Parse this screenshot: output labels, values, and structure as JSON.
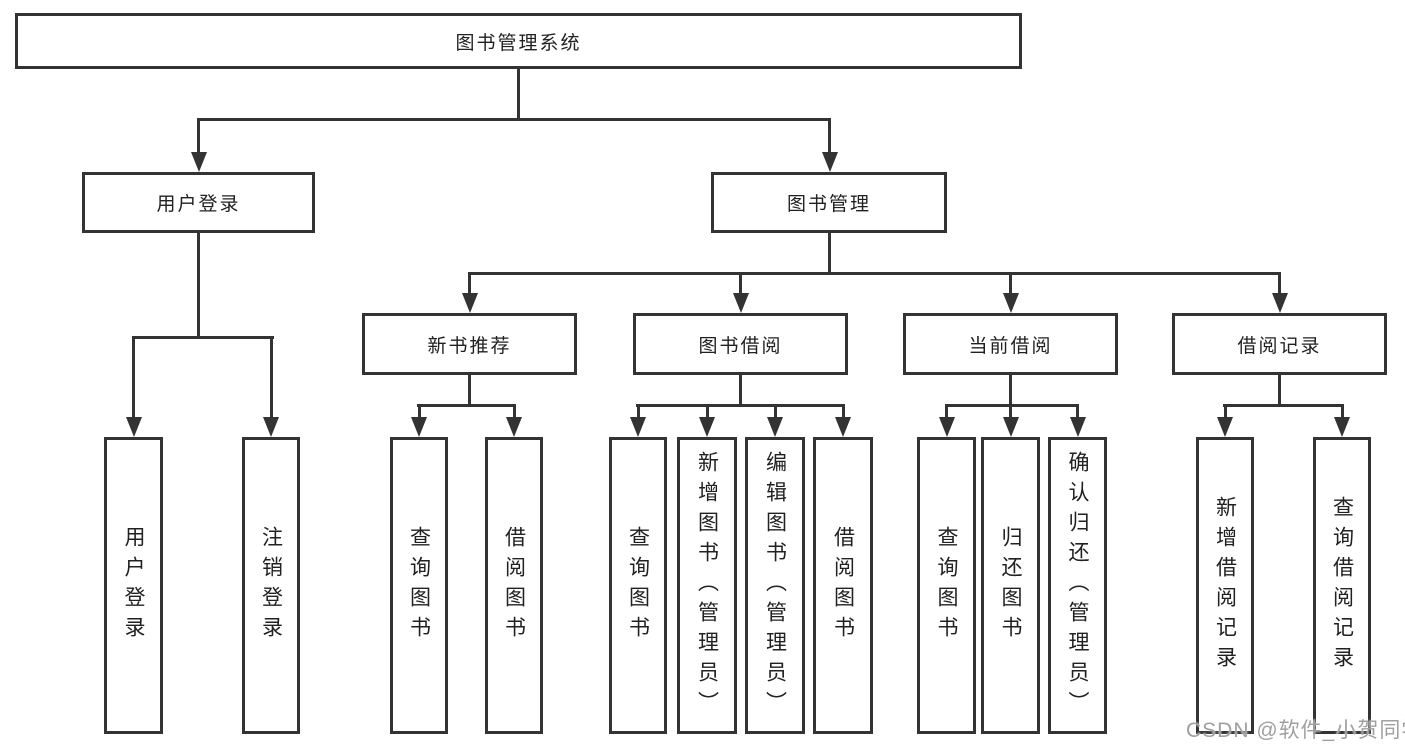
{
  "diagram": {
    "root": {
      "label": "图书管理系统"
    },
    "level2": {
      "user_login": {
        "label": "用户登录"
      },
      "book_management": {
        "label": "图书管理"
      }
    },
    "level3": {
      "new_book_recommend": {
        "label": "新书推荐"
      },
      "book_borrow": {
        "label": "图书借阅"
      },
      "current_borrow": {
        "label": "当前借阅"
      },
      "borrow_records": {
        "label": "借阅记录"
      }
    },
    "leaves": {
      "user_login": [
        {
          "label": "用户登录"
        },
        {
          "label": "注销登录"
        }
      ],
      "new_book_recommend": [
        {
          "label": "查询图书"
        },
        {
          "label": "借阅图书"
        }
      ],
      "book_borrow": [
        {
          "label": "查询图书"
        },
        {
          "label": "新增图书（管理员）"
        },
        {
          "label": "编辑图书（管理员）"
        },
        {
          "label": "借阅图书"
        }
      ],
      "current_borrow": [
        {
          "label": "查询图书"
        },
        {
          "label": "归还图书"
        },
        {
          "label": "确认归还（管理员）"
        }
      ],
      "borrow_records": [
        {
          "label": "新增借阅记录"
        },
        {
          "label": "查询借阅记录"
        }
      ]
    },
    "watermark": "CSDN @软件_小贺同学",
    "colors": {
      "line": "#333333",
      "text": "#212121",
      "background": "#ffffff",
      "watermark": "#a0a0a0"
    }
  }
}
